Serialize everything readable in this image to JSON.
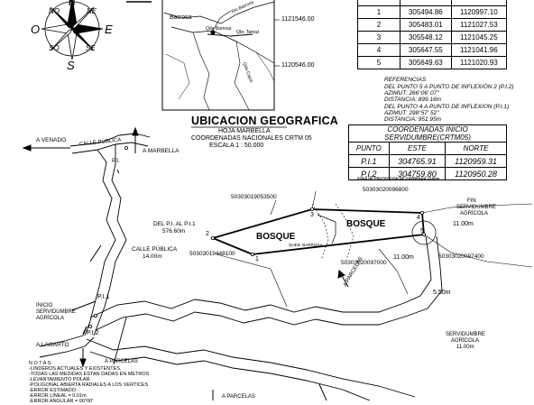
{
  "compass": {
    "n": "N",
    "s": "S",
    "e": "E",
    "o": "O",
    "ne": "NE",
    "no": "NO",
    "se": "SE",
    "so": "SO"
  },
  "location_map": {
    "coord_top": "1121546.00",
    "coord_bottom": "1120546.00",
    "places": [
      "Barrosa",
      "Rio Barrosa",
      "Qda Barrosa",
      "Qbr. Tamaz",
      "Qda Cajon"
    ]
  },
  "location": {
    "title": "UBICACION GEOGRAFICA",
    "lines": [
      "HOJA MARBELLA",
      "COORDENADAS NACIONALES CRTM 05",
      "ESCALA 1 : 50,000"
    ]
  },
  "vertex_table": {
    "rows": [
      {
        "pt": "1",
        "e": "305494.86",
        "n": "1120997.10"
      },
      {
        "pt": "2",
        "e": "305483.01",
        "n": "1121027.53"
      },
      {
        "pt": "3",
        "e": "305548.12",
        "n": "1121045.25"
      },
      {
        "pt": "4",
        "e": "305647.55",
        "n": "1121041.96"
      },
      {
        "pt": "5",
        "e": "305649.63",
        "n": "1121020.93"
      }
    ]
  },
  "references": {
    "title": "REFERENCIAS",
    "lines": [
      "DEL PUNTO 5 A PUNTO DE INFLEXIÓN 2 (P.I.2)",
      "AZIMUT: 266°06' 07\"",
      "DISTANCIA: 899.16m",
      "DEL PUNTO 4 A PUNTO DE INFLEXION (P.I.1)",
      "AZIMUT: 298°57' 52\"",
      "DISTANCIA: 951.95m"
    ]
  },
  "servitude_table": {
    "title": "COORDENADAS INICIO SERVIDUMBRE(CRTM05)",
    "headers": [
      "PUNTO",
      "ESTE",
      "NORTE"
    ],
    "rows": [
      {
        "pt": "P.I.1",
        "e": "304765.91",
        "n": "1120959.31"
      },
      {
        "pt": "P.I.2",
        "e": "304759.80",
        "n": "1120950.28"
      }
    ]
  },
  "plan": {
    "a_venado": "A VENADO",
    "calle_publica_top": "CALLE PÚBLICA",
    "a_marbella": "A MARBELLA",
    "pi1_top": "P.I.",
    "del_pi": "DEL P.I. AL P.I.1",
    "dist_pi": "576.60m",
    "calle_publica": "CALLE PÚBLICA",
    "calle_width": "14.00m",
    "inicio_serv": [
      "INICIO",
      "SERVIDUMBRE",
      "AGRÍCOLA"
    ],
    "pi1": "P.I.1",
    "pi2": "P.I.2",
    "a_lagarto": "A LAGARTO",
    "a_parcelas_bottom": "A PARCELAS",
    "a_parcelas_bottom2": "A PARCELAS",
    "a_parcelas_mid": "A PARCELAS",
    "bosque_left": "BOSQUE",
    "bosque_right": "BOSQUE",
    "qda": "QUEB. BARROSA",
    "zona": "ZONA DE PROTECCIÓN DE QUEBRADA 15.00m",
    "parcel_top": "50303019053500",
    "parcel_left": "50303019448100",
    "parcel_right_top": "50303020096800",
    "parcel_bottom": "50303020097000",
    "parcel_right": "50303020097400",
    "fin_serv": [
      "FIN",
      "SERVIDUMBRE",
      "AGRÍCOLA"
    ],
    "w_11a": "11.00m",
    "w_11b": "11.00m",
    "w_550": "5.50m",
    "serv_agri": [
      "SERVIDUMBRE",
      "AGRÍCOLA",
      "11.00m"
    ],
    "v1": "1",
    "v2": "2",
    "v3": "3",
    "v4": "4",
    "v5": "5"
  },
  "notes": {
    "title": "N O T A S:",
    "lines": [
      "-LINDEROS ACTUALES Y EXISTENTES.",
      "-TODAS LAS MEDIDAS ESTAN DADAS EN METROS",
      "-LEVANTAMIENTO POLAR",
      "-POLIGONAL ABIERTA RADIALES A LOS VERTICES",
      "-ERROR ESTIMADO:",
      "-ERROR LINEAL = 0.01m",
      "-ERROR ANGULAR = 00°00'"
    ]
  }
}
